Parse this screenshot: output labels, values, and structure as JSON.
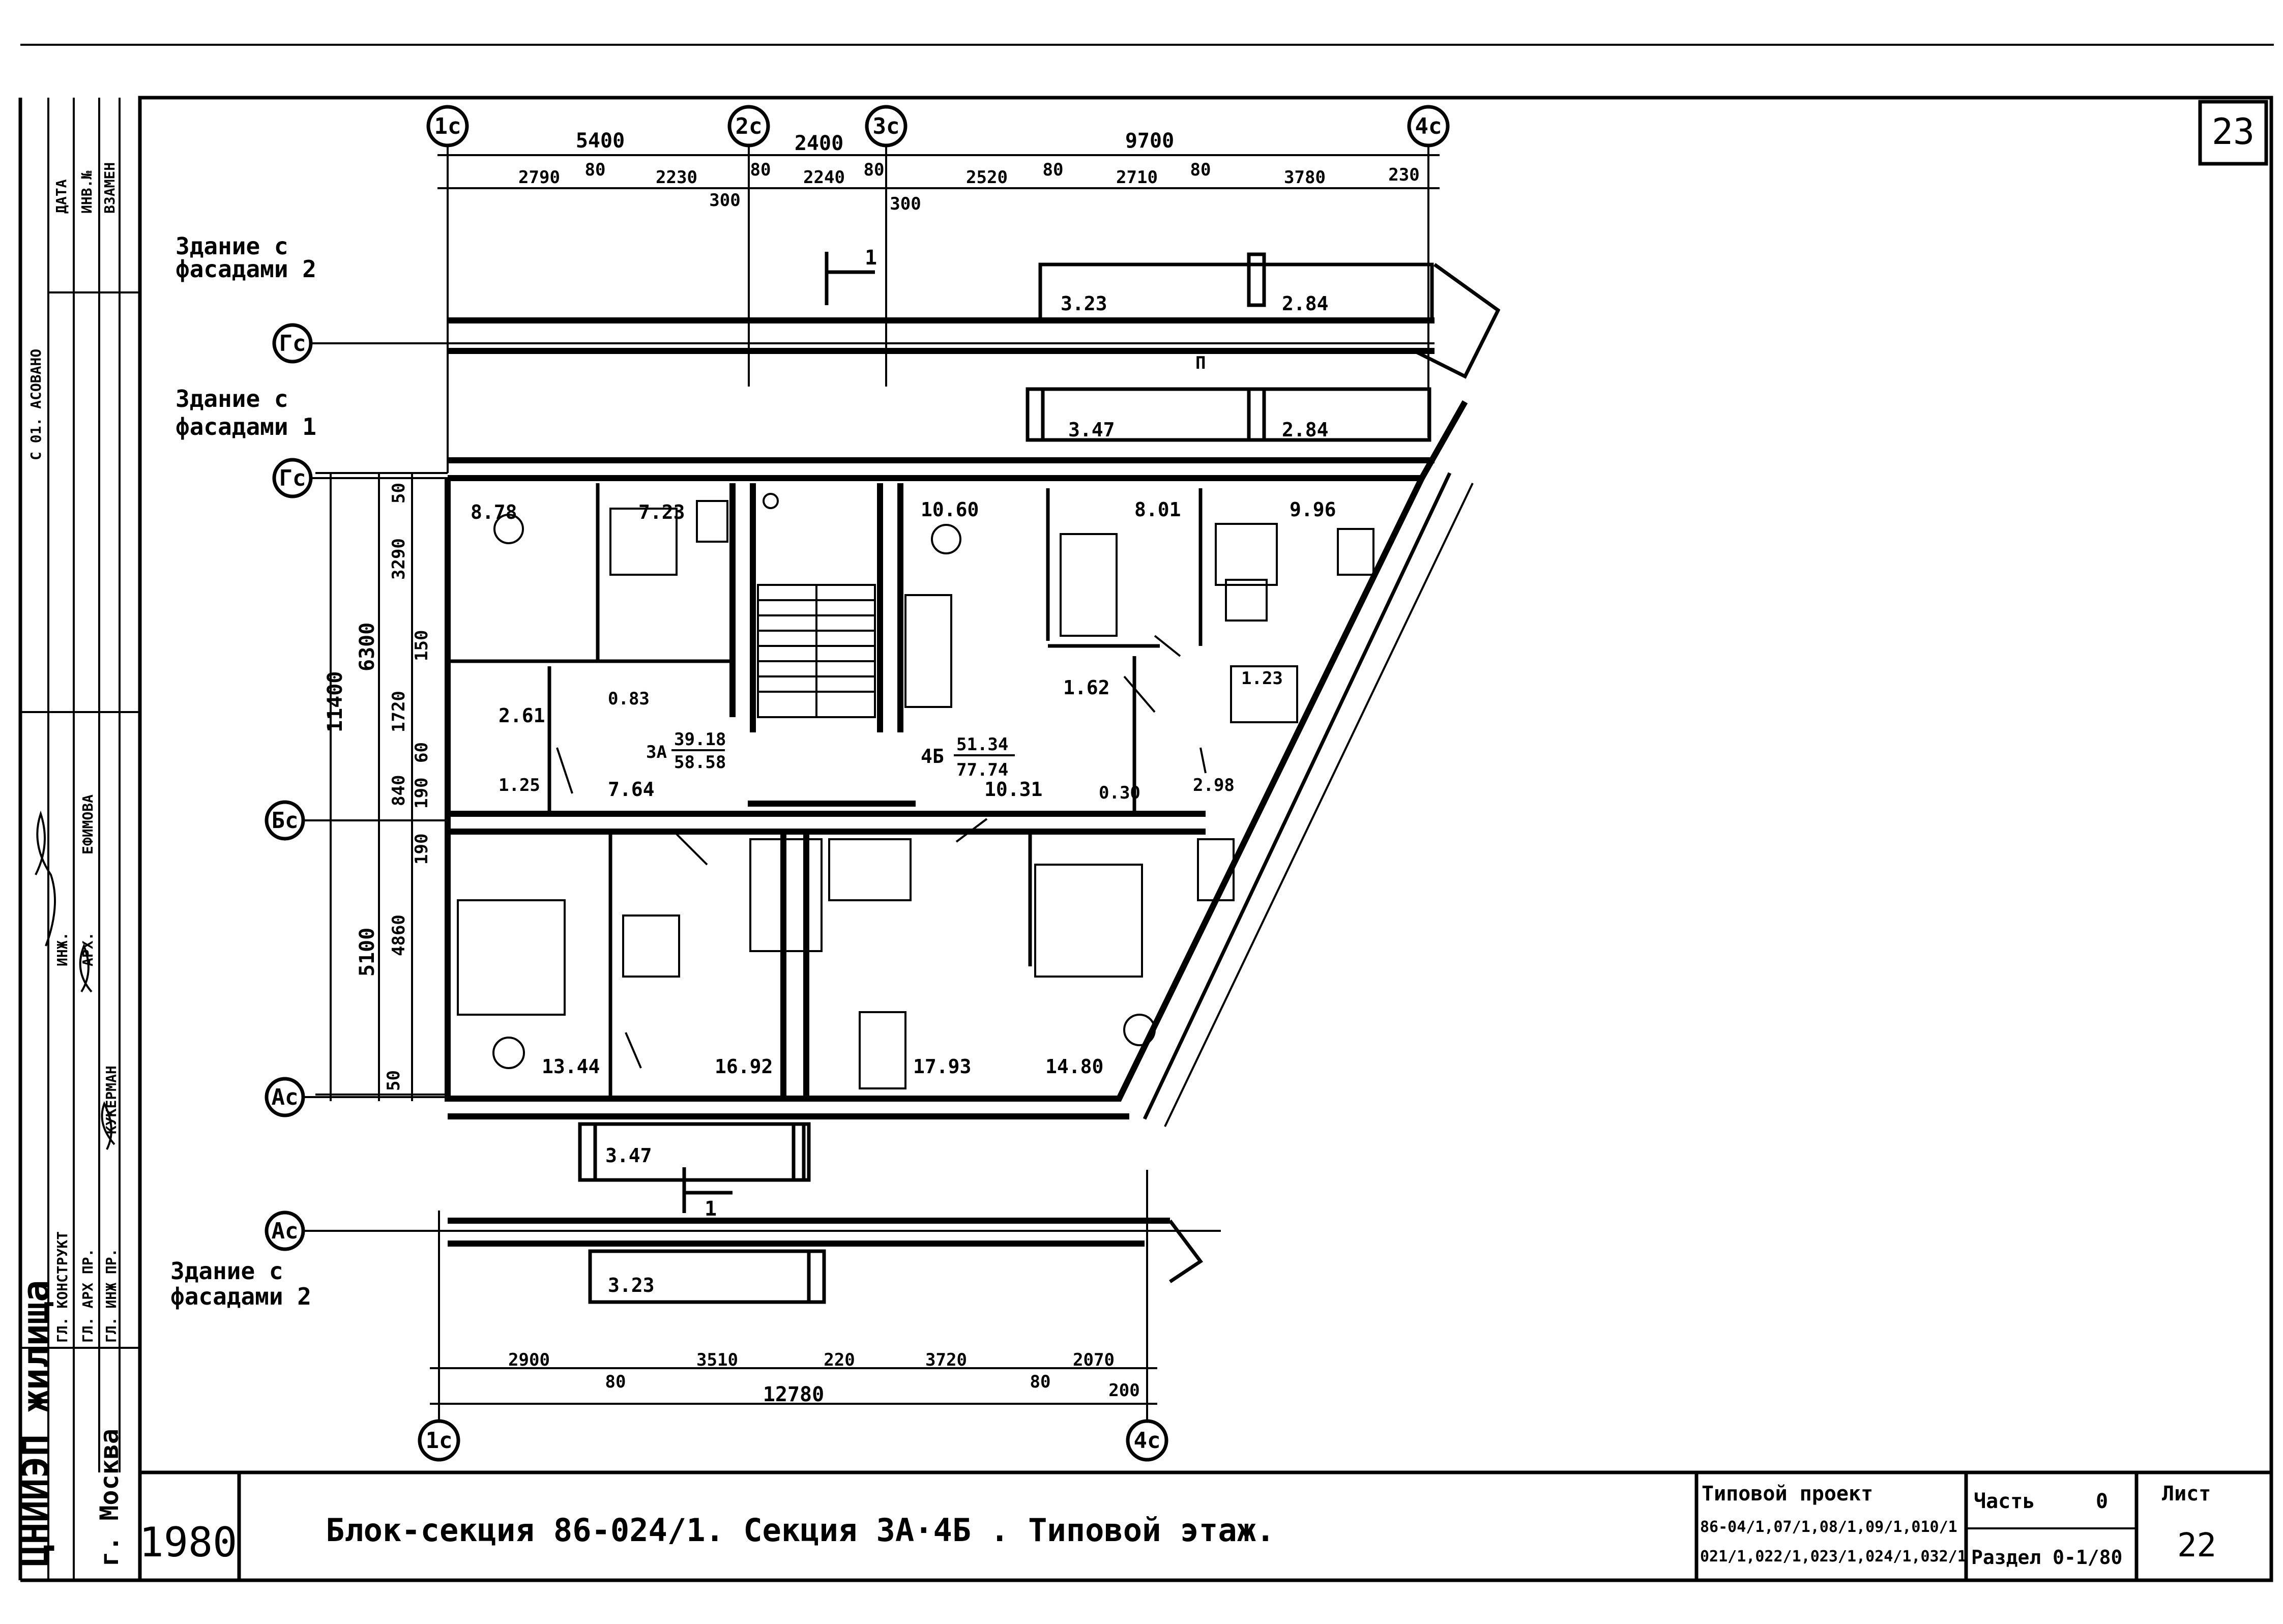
{
  "sheet_number": "23",
  "year": "1980",
  "title": "Блок-секция 86-024/1. Секция 3А·4Б . Типовой этаж.",
  "org": {
    "name": "ЦНИИЭП жилища",
    "city": "г. Москва"
  },
  "title_block": {
    "project_label": "Типовой проект",
    "project_codes_1": "86-04/1,07/1,08/1,09/1,010/1",
    "project_codes_2": "021/1,022/1,023/1,024/1,032/1",
    "part_label": "Часть",
    "part_value": "0",
    "section_label": "Раздел 0-1/80",
    "sheet_label": "Лист",
    "sheet_value": "22"
  },
  "side_stamp": {
    "stamp_top": "С 01. АСОВАНО",
    "col_date": "ДАТА",
    "col_inv": "ИНВ.№",
    "col_replace": "ВЗАМЕН",
    "role_1": "ГЛ. КОНСТРУКТ",
    "role_2": "ГЛ. АРХ ПР.",
    "role_3": "ГЛ. ИНЖ ПР.",
    "name_1": "ЕФИМОВА",
    "name_2": "КУКЕРМАН",
    "role_4": "ИНЖ.",
    "role_5": "АРХ."
  },
  "notes": {
    "top_1": "Здание с",
    "top_2": "фасадами 2",
    "mid_1": "Здание с",
    "mid_2": "фасадами 1",
    "bot_1": "Здание с",
    "bot_2": "фасадами 2"
  },
  "axes": {
    "c1": "1с",
    "c2": "2с",
    "c3": "3с",
    "c4": "4с",
    "g_top": "Гс",
    "g": "Гс",
    "b": "Бс",
    "a": "Ас",
    "a_bot": "Ас"
  },
  "dims_top": {
    "d1": "5400",
    "d2": "2400",
    "d3": "9700",
    "s1": "2790",
    "s2": "80",
    "s3": "2230",
    "s4": "80",
    "s5": "2240",
    "s6": "80",
    "s7": "2520",
    "s8": "80",
    "s9": "2710",
    "s10": "80",
    "s11": "3780",
    "s12": "230",
    "p1": "300",
    "p2": "300"
  },
  "dims_left": {
    "total": "11400",
    "upper": "6300",
    "lower": "5100",
    "l1": "50",
    "l2": "3290",
    "l3": "150",
    "l4": "1720",
    "l5": "60",
    "l6": "840",
    "l7": "190",
    "l8": "190",
    "l9": "4860",
    "l10": "50"
  },
  "dims_bottom": {
    "b1": "2900",
    "b2": "3510",
    "b3": "220",
    "b4": "3720",
    "b5": "2070",
    "b6": "80",
    "b7": "80",
    "b8": "200",
    "total": "12780"
  },
  "section_marks": {
    "top": "1",
    "bottom": "1"
  },
  "areas": {
    "a1": "8.78",
    "a2": "7.23",
    "a3": "10.60",
    "a4": "8.01",
    "a5": "9.96",
    "a6": "2.61",
    "a7": "0.83",
    "a8": "1.25",
    "a9": "7.64",
    "a10": "1.62",
    "a11": "1.23",
    "a12": "0.30",
    "a13": "2.98",
    "a14": "10.31",
    "a15": "13.44",
    "a16": "16.92",
    "a17": "17.93",
    "a18": "14.80",
    "apt3a_label": "3А",
    "apt3a_living": "39.18",
    "apt3a_total": "58.58",
    "apt4b_label": "4Б",
    "apt4b_living": "51.34",
    "apt4b_total": "77.74",
    "bal_1": "3.23",
    "bal_2": "2.84",
    "bal_3": "3.47",
    "bal_4": "2.84",
    "bal_5": "3.47",
    "bal_6": "3.23",
    "wall_mark": "П"
  }
}
